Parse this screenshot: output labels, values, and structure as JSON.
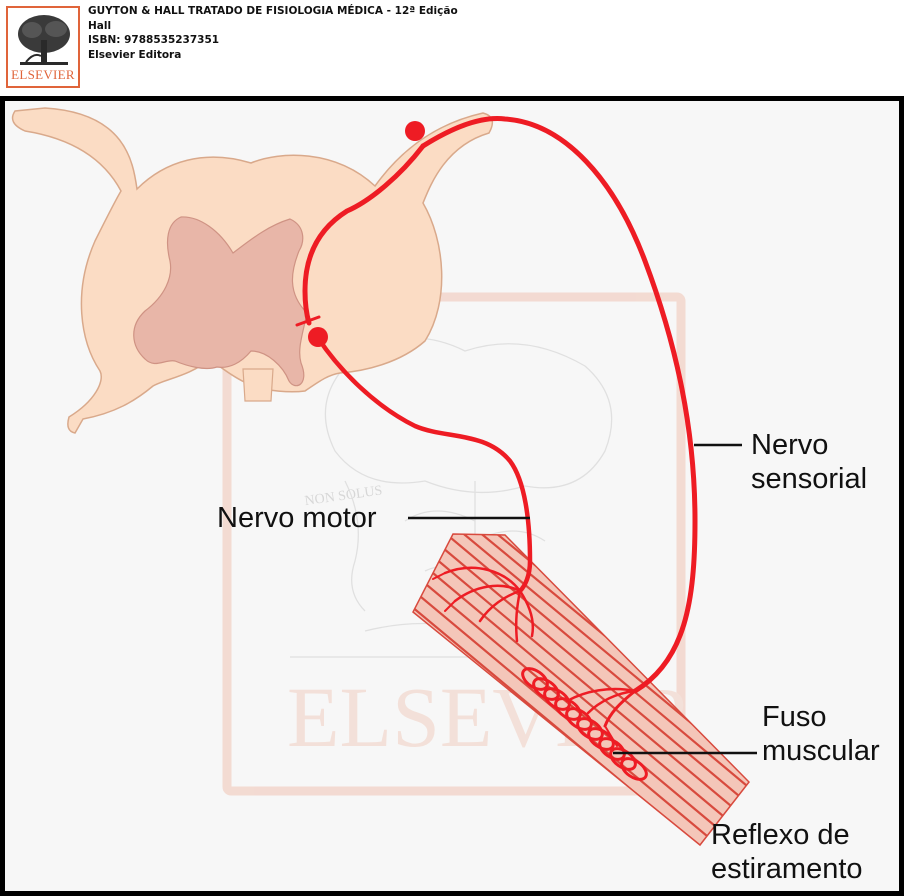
{
  "header": {
    "logo_text": "ELSEVIER",
    "book_title": "GUYTON & HALL TRATADO DE FISIOLOGIA MÉDICA - 12ª Edição",
    "author": "Hall",
    "isbn": "ISBN: 9788535237351",
    "publisher": "Elsevier Editora"
  },
  "watermark": {
    "word": "ELSEVIER",
    "motto": "NON SOLUS"
  },
  "labels": {
    "sensory_line1": "Nervo",
    "sensory_line2": "sensorial",
    "motor": "Nervo motor",
    "spindle_line1": "Fuso",
    "spindle_line2": "muscular",
    "reflex_line1": "Reflexo de",
    "reflex_line2": "estiramento"
  },
  "colors": {
    "nerve": "#ee1c24",
    "muscle": "#d84a3e",
    "spinal_cord": "#fbdcc4",
    "grey_matter": "#e8b6a8",
    "brand": "#e0643a"
  },
  "icons": {
    "logo": "elsevier-tree-icon"
  }
}
